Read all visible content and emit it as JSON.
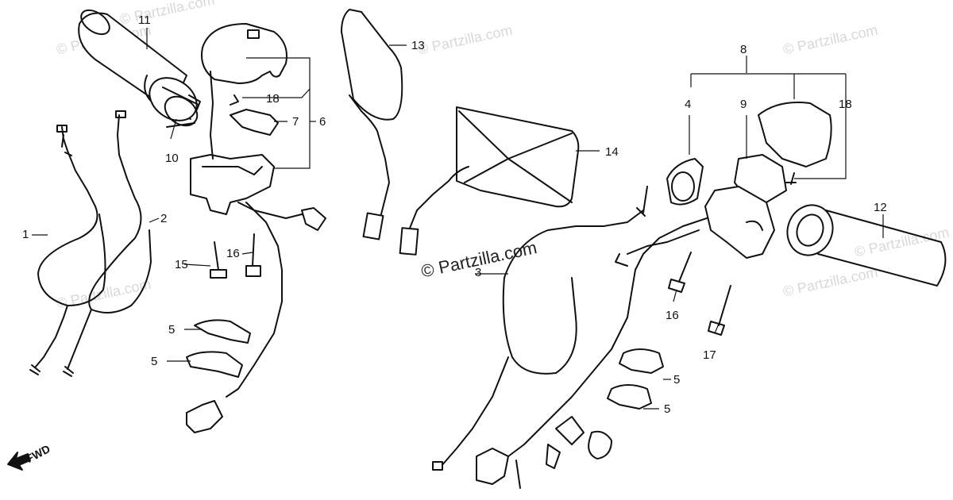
{
  "watermark": {
    "text": "© Partzilla.com",
    "center_text": "© Partzilla.com"
  },
  "direction_label": "FWD",
  "callouts": {
    "c1": "1",
    "c2": "2",
    "c3": "3",
    "c4": "4",
    "c5a": "5",
    "c5b": "5",
    "c5c": "5",
    "c5d": "5",
    "c6": "6",
    "c7": "7",
    "c8": "8",
    "c9": "9",
    "c10": "10",
    "c11": "11",
    "c12": "12",
    "c13": "13",
    "c14": "14",
    "c15": "15",
    "c16a": "16",
    "c16b": "16",
    "c17": "17",
    "c18a": "18",
    "c18b": "18"
  }
}
